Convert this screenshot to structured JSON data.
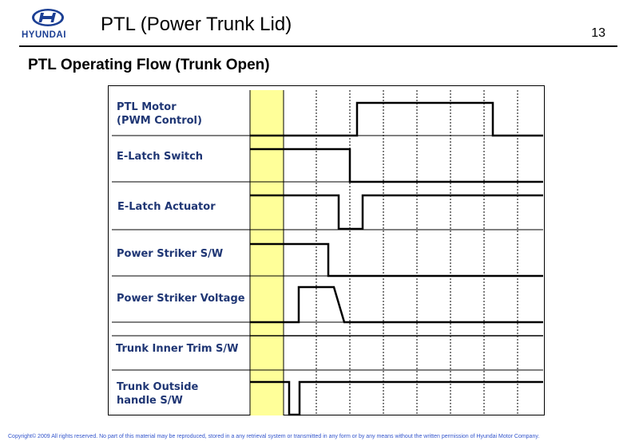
{
  "header": {
    "logo_text": "HYUNDAI",
    "title": "PTL (Power Trunk Lid)",
    "page_number": "13"
  },
  "subtitle": "PTL Operating Flow (Trunk Open)",
  "signals": [
    {
      "line1": "PTL Motor",
      "line2": "(PWM Control)"
    },
    {
      "line1": "E-Latch Switch",
      "line2": ""
    },
    {
      "line1": "E-Latch Actuator",
      "line2": ""
    },
    {
      "line1": "Power Striker S/W",
      "line2": ""
    },
    {
      "line1": "Power Striker Voltage",
      "line2": ""
    },
    {
      "line1": "Trunk Inner Trim S/W",
      "line2": ""
    },
    {
      "line1": "Trunk Outside",
      "line2": "handle S/W"
    }
  ],
  "highlight_color": "#ffff99",
  "label_color": "#1f3674",
  "footer": {
    "copyright": "Copyright© 2009 All rights reserved. No part of this material may be reproduced, stored in a any retrieval system or transmitted in any form or by any means without the written permission of Hyundai Motor Company."
  }
}
